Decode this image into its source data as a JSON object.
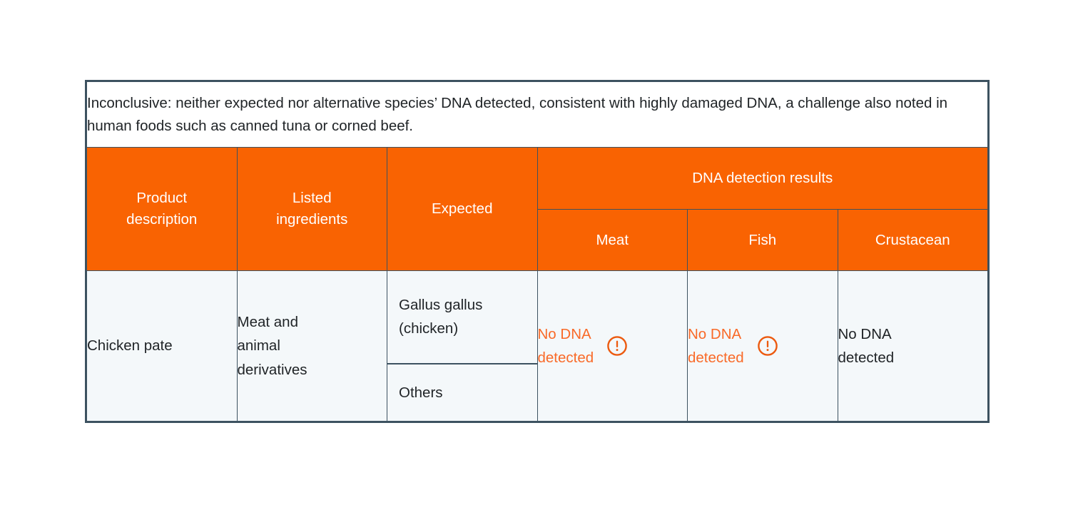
{
  "table": {
    "caption": "Inconclusive: neither expected nor alternative species’ DNA detected, consistent with highly damaged DNA, a challenge also noted in human foods such as canned tuna or corned beef.",
    "colors": {
      "header_background": "#f96302",
      "header_text": "#ffffff",
      "body_background": "#f4f8fa",
      "body_text": "#1f2326",
      "flag_text": "#f96a28",
      "border": "#3d5260",
      "caption_background": "#ffffff"
    },
    "headers": {
      "product_description": "Product\ndescription",
      "listed_ingredients": "Listed\ningredients",
      "expected": "Expected",
      "results_group": "DNA detection results",
      "results_sub": [
        "Meat",
        "Fish",
        "Crustacean"
      ]
    },
    "rows": [
      {
        "product_description": "Chicken pate",
        "listed_ingredients": "Meat and\nanimal\nderivatives",
        "expected": [
          "Gallus gallus\n(chicken)",
          "Others"
        ],
        "results": [
          {
            "column": "Meat",
            "text": "No DNA\ndetected",
            "flagged": true,
            "icon": "warning-icon"
          },
          {
            "column": "Fish",
            "text": "No DNA\ndetected",
            "flagged": true,
            "icon": "warning-icon"
          },
          {
            "column": "Crustacean",
            "text": "No DNA\ndetected",
            "flagged": false,
            "icon": null
          }
        ]
      }
    ]
  }
}
